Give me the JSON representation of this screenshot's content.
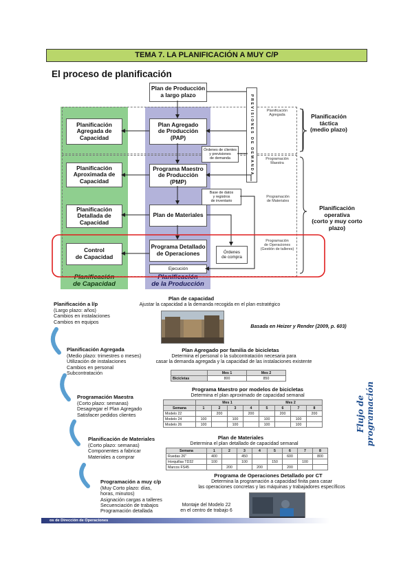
{
  "header": {
    "title": "TEMA 7. LA PLANIFICACIÓN A MUY C/P"
  },
  "page_title": "El proceso de planificación",
  "diagram": {
    "long_range": "Plan de Producción\na largo plazo",
    "pap": "Plan Agregado\nde Producción\n(PAP)",
    "pmp": "Programa Maestro\nde Producción\n(PMP)",
    "materials": "Plan de Materiales",
    "detailed": "Programa Detallado\nde Operaciones",
    "execution": "Ejecución",
    "cap_agg": "Planificación\nAgregada de\nCapacidad",
    "cap_approx": "Planificación\nAproximada de\nCapacidad",
    "cap_detail": "Planificación\nDetallada de\nCapacidad",
    "cap_control": "Control\nde Capacidad",
    "col_capacity": "Planificación\nde Capacidad",
    "col_production": "Planificación\nde la Producción",
    "orders": "Órdenes de clientes\ny previsiones\nde demanda",
    "database": "Base de datos\ny registros\nde inventario",
    "purchase": "Órdenes\nde compra",
    "vertical": "PREVISIONES DE DEMANDA",
    "label_agg": "Planificación\nAgregada",
    "label_master": "Programación\nMaestra",
    "label_materials": "Programación\nde Materiales",
    "label_ops": "Programación\nde Operaciones\n(Gestión de talleres)",
    "tactical": "Planificación\ntáctica\n(medio plazo)",
    "operative": "Planificación\noperativa\n(corto y muy corto\nplazo)"
  },
  "flow": {
    "steps": [
      {
        "title": "Planificación a l/p",
        "desc": "(Largo plazo: años)\nCambios en instalaciones\nCambios en equipos"
      },
      {
        "title": "Planificación Agregada",
        "desc": "(Medio plazo: trimestres o meses)\nUtilización de instalaciones\nCambios en personal\nSubcontratación"
      },
      {
        "title": "Programación Maestra",
        "desc": "(Corto plazo: semanas)\nDesagregar el Plan Agregado\nSatisfacer pedidos clientes"
      },
      {
        "title": "Planificación de Materiales",
        "desc": "(Corto plazo: semanas)\nComponentes a fabricar\nMateriales a comprar"
      },
      {
        "title": "Programación a muy c/p",
        "desc": "(Muy Corto plazo: días,\nhoras, minutos)\nAsignación cargas a talleres\nSecuenciación de trabajos\nProgramación detallada"
      }
    ],
    "capacity_title": "Plan de capacidad",
    "capacity_desc": "Ajustar la capacidad a la demanda recogida en el plan estratégico",
    "source": "Basada en Heizer y Render (2009, p. 603)",
    "agg_title": "Plan Agregado por familia de bicicletas",
    "agg_desc": "Determina el personal o la subcontratación necesaria para\ncasar la demanda agregada y la capacidad de las instalaciones existente",
    "agg_table": {
      "header": [
        "",
        "Mes 1",
        "Mes 2"
      ],
      "rows": [
        [
          "Bicicletas",
          "800",
          "850"
        ]
      ]
    },
    "master_title": "Programa Maestro por modelos de bicicletas",
    "master_desc": "Determina el plan aproximado de capacidad semanal",
    "master_table": {
      "months": [
        "Mes 1",
        "Mes 2"
      ],
      "header": [
        "Semana",
        "1",
        "2",
        "3",
        "4",
        "5",
        "6",
        "7",
        "8"
      ],
      "rows": [
        [
          "Modelo 22",
          "",
          "200",
          "",
          "200",
          "",
          "200",
          "",
          "200"
        ],
        [
          "Modelo 24",
          "100",
          "",
          "100",
          "",
          "100",
          "",
          "100",
          ""
        ],
        [
          "Modelo 26",
          "100",
          "",
          "100",
          "",
          "100",
          "",
          "100",
          ""
        ]
      ]
    },
    "materials_title": "Plan de Materiales",
    "materials_desc": "Determina el plan detallado de capacidad semanal",
    "materials_table": {
      "header": [
        "Semana",
        "1",
        "2",
        "3",
        "4",
        "5",
        "6",
        "7",
        "8"
      ],
      "rows": [
        [
          "Ruedas 26\"",
          "400",
          "",
          "450",
          "",
          "",
          "600",
          "",
          "800"
        ],
        [
          "Horquillas TD32",
          "100",
          "",
          "100",
          "",
          "150",
          "",
          "100",
          ""
        ],
        [
          "Marcos FS45",
          "",
          "200",
          "",
          "200",
          "",
          "200",
          "",
          ""
        ]
      ]
    },
    "ops_title": "Programa de Operaciones Detallado por CT",
    "ops_desc": "Determina la programación a capacidad finita para casar\nlas operaciones concretas y las máquinas y trabajadores específicos",
    "caption": "Montaje del Modelo 22\nen el centro de trabajo 6",
    "side_label": "Flujo de programación",
    "footer": "os de Dirección de Operaciones"
  },
  "colors": {
    "header": "#b9d66a",
    "capacity_col": "#8fcf8f",
    "production_col": "#b3b3da",
    "highlight": "#e01c1c",
    "arrow": "#3d8ec9"
  }
}
